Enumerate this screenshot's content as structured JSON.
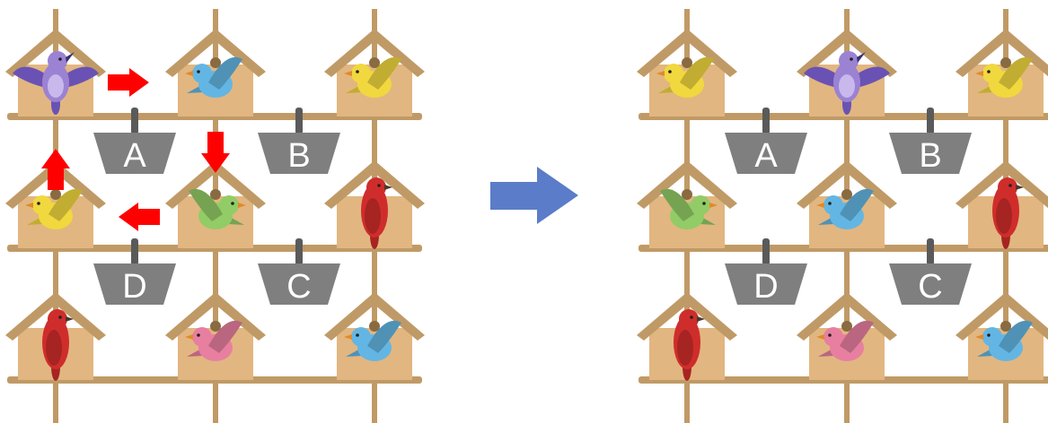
{
  "colors": {
    "pole": "#c09a66",
    "house_body": "#e2b680",
    "house_roof": "#c09a66",
    "tag": "#7f7f7f",
    "move_arrow": "#ff0000",
    "transition_arrow": "#5b7cc8",
    "bird_purple": "#9b82d2",
    "bird_blue": "#63b6e3",
    "bird_yellow": "#f1d83e",
    "bird_green": "#92cc66",
    "bird_red": "#cf2d2b",
    "bird_pink": "#e87fa0"
  },
  "panels": [
    {
      "id": "before",
      "tags": {
        "a": "A",
        "b": "B",
        "c": "C",
        "d": "D"
      },
      "houses": [
        {
          "row": 0,
          "col": 0,
          "bird": "purple"
        },
        {
          "row": 0,
          "col": 1,
          "bird": "blue"
        },
        {
          "row": 0,
          "col": 2,
          "bird": "yellow"
        },
        {
          "row": 1,
          "col": 0,
          "bird": "yellow"
        },
        {
          "row": 1,
          "col": 1,
          "bird": "green"
        },
        {
          "row": 1,
          "col": 2,
          "bird": "red"
        },
        {
          "row": 2,
          "col": 0,
          "bird": "red"
        },
        {
          "row": 2,
          "col": 1,
          "bird": "pink"
        },
        {
          "row": 2,
          "col": 2,
          "bird": "blue"
        }
      ],
      "move_arrows": [
        "right",
        "down",
        "left",
        "up"
      ]
    },
    {
      "id": "after",
      "tags": {
        "a": "A",
        "b": "B",
        "c": "C",
        "d": "D"
      },
      "houses": [
        {
          "row": 0,
          "col": 0,
          "bird": "yellow"
        },
        {
          "row": 0,
          "col": 1,
          "bird": "purple"
        },
        {
          "row": 0,
          "col": 2,
          "bird": "yellow"
        },
        {
          "row": 1,
          "col": 0,
          "bird": "green"
        },
        {
          "row": 1,
          "col": 1,
          "bird": "blue"
        },
        {
          "row": 1,
          "col": 2,
          "bird": "red"
        },
        {
          "row": 2,
          "col": 0,
          "bird": "red"
        },
        {
          "row": 2,
          "col": 1,
          "bird": "pink"
        },
        {
          "row": 2,
          "col": 2,
          "bird": "blue"
        }
      ]
    }
  ],
  "transition_arrow": "right"
}
